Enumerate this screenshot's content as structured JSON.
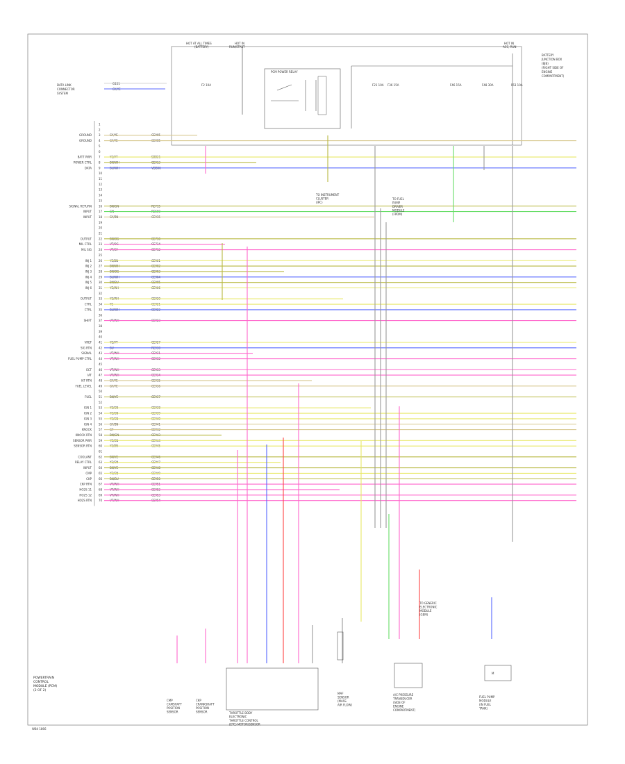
{
  "diagram": {
    "type": "wiring-schematic",
    "figure_code": "W84 1866",
    "pcm_caption": [
      "POWERTRAIN",
      "CONTROL",
      "MODULE (PCM)",
      "(2 OF 2)"
    ]
  },
  "top_notes": {
    "hot_all": [
      "HOT AT ALL TIMES",
      "(BATTERY)"
    ],
    "hot_run": [
      "HOT IN",
      "RUN/START"
    ],
    "hot_crank": [
      "HOT IN",
      "ACC, RUN"
    ],
    "relay_box_title": "PCM POWER RELAY",
    "fuse_panel_notes": [
      "BATTERY",
      "JUNCTION BOX",
      "(BJB)",
      "(RIGHT SIDE OF",
      "ENGINE",
      "COMPARTMENT)"
    ],
    "fuses": [
      "F2 10A",
      "F21 10A",
      "F36 15A",
      "F46 15A",
      "F48 30A",
      "F63 10A"
    ]
  },
  "left_refs": {
    "upper": [
      "DATA LINK",
      "CONNECTOR",
      "SYSTEM"
    ],
    "upper_wires": [
      "G151",
      "GY/YE"
    ]
  },
  "pcm_pins": [
    {
      "pin": "1",
      "label": "",
      "color": "",
      "circuit": ""
    },
    {
      "pin": "2",
      "label": "",
      "color": "",
      "circuit": ""
    },
    {
      "pin": "3",
      "label": "GROUND",
      "color": "GY/YE",
      "circuit": "CE905"
    },
    {
      "pin": "4",
      "label": "GROUND",
      "color": "GY/YE",
      "circuit": "CE905"
    },
    {
      "pin": "5",
      "label": "",
      "color": "",
      "circuit": ""
    },
    {
      "pin": "6",
      "label": "",
      "color": "",
      "circuit": ""
    },
    {
      "pin": "7",
      "label": "BATT PWR",
      "color": "YE/VT",
      "circuit": "SBB21"
    },
    {
      "pin": "8",
      "label": "POWER CTRL",
      "color": "BN/WH",
      "circuit": "CE913"
    },
    {
      "pin": "9",
      "label": "DATA",
      "color": "BU/WH",
      "circuit": "VDB06"
    },
    {
      "pin": "10",
      "label": "",
      "color": "",
      "circuit": ""
    },
    {
      "pin": "11",
      "label": "",
      "color": "",
      "circuit": ""
    },
    {
      "pin": "12",
      "label": "",
      "color": "",
      "circuit": ""
    },
    {
      "pin": "13",
      "label": "",
      "color": "",
      "circuit": ""
    },
    {
      "pin": "14",
      "label": "",
      "color": "",
      "circuit": ""
    },
    {
      "pin": "15",
      "label": "",
      "color": "",
      "circuit": ""
    },
    {
      "pin": "16",
      "label": "SIGNAL RETURN",
      "color": "BN/GN",
      "circuit": "RE715"
    },
    {
      "pin": "17",
      "label": "INPUT",
      "color": "GN",
      "circuit": "RE600"
    },
    {
      "pin": "18",
      "label": "INPUT",
      "color": "GY/BN",
      "circuit": "CE915"
    },
    {
      "pin": "19",
      "label": "",
      "color": "",
      "circuit": ""
    },
    {
      "pin": "20",
      "label": "",
      "color": "",
      "circuit": ""
    },
    {
      "pin": "21",
      "label": "",
      "color": "",
      "circuit": ""
    },
    {
      "pin": "22",
      "label": "OUTPUT",
      "color": "BN/OG",
      "circuit": "CE710"
    },
    {
      "pin": "23",
      "label": "MIL CTRL",
      "color": "VT/OG",
      "circuit": "CE714"
    },
    {
      "pin": "24",
      "label": "MIL SIG",
      "color": "VT/GY",
      "circuit": "CE712"
    },
    {
      "pin": "25",
      "label": "",
      "color": "",
      "circuit": ""
    },
    {
      "pin": "26",
      "label": "INJ 1",
      "color": "YE/BN",
      "circuit": "CE901"
    },
    {
      "pin": "27",
      "label": "INJ 2",
      "color": "BN/WH",
      "circuit": "CE902"
    },
    {
      "pin": "28",
      "label": "INJ 3",
      "color": "BN/OG",
      "circuit": "CE903"
    },
    {
      "pin": "29",
      "label": "INJ 4",
      "color": "BU/WH",
      "circuit": "CE904"
    },
    {
      "pin": "30",
      "label": "INJ 5",
      "color": "BN/BU",
      "circuit": "CE905"
    },
    {
      "pin": "31",
      "label": "INJ 6",
      "color": "YE/WH",
      "circuit": "CE906"
    },
    {
      "pin": "32",
      "label": "",
      "color": "",
      "circuit": ""
    },
    {
      "pin": "33",
      "label": "OUTPUT",
      "color": "YE/WH",
      "circuit": "CE920"
    },
    {
      "pin": "34",
      "label": "CTRL",
      "color": "YE",
      "circuit": "CE921"
    },
    {
      "pin": "35",
      "label": "CTRL",
      "color": "BU/WH",
      "circuit": "CE922"
    },
    {
      "pin": "36",
      "label": "",
      "color": "",
      "circuit": ""
    },
    {
      "pin": "37",
      "label": "SHIFT",
      "color": "VT/WH",
      "circuit": "CE923"
    },
    {
      "pin": "38",
      "label": "",
      "color": "",
      "circuit": ""
    },
    {
      "pin": "39",
      "label": "",
      "color": "",
      "circuit": ""
    },
    {
      "pin": "40",
      "label": "",
      "color": "",
      "circuit": ""
    },
    {
      "pin": "41",
      "label": "VREF",
      "color": "YE/VT",
      "circuit": "CE927"
    },
    {
      "pin": "42",
      "label": "SIG RTN",
      "color": "BU",
      "circuit": "RE930"
    },
    {
      "pin": "43",
      "label": "SIGNAL",
      "color": "VT/WH",
      "circuit": "CE931"
    },
    {
      "pin": "44",
      "label": "FUEL PUMP CTRL",
      "color": "VT/WH",
      "circuit": "CE932"
    },
    {
      "pin": "45",
      "label": "",
      "color": "",
      "circuit": ""
    },
    {
      "pin": "46",
      "label": "ECT",
      "color": "VT/WH",
      "circuit": "CE933"
    },
    {
      "pin": "47",
      "label": "IAT",
      "color": "VT/WH",
      "circuit": "CE934"
    },
    {
      "pin": "48",
      "label": "IAT RTN",
      "color": "GY/YE",
      "circuit": "CE935"
    },
    {
      "pin": "49",
      "label": "FUEL LEVEL",
      "color": "GY/YE",
      "circuit": "CE936"
    },
    {
      "pin": "50",
      "label": "",
      "color": "",
      "circuit": ""
    },
    {
      "pin": "51",
      "label": "FUEL",
      "color": "BN/YE",
      "circuit": "CE937"
    },
    {
      "pin": "52",
      "label": "",
      "color": "",
      "circuit": ""
    },
    {
      "pin": "53",
      "label": "IGN 1",
      "color": "YE/GN",
      "circuit": "CE938"
    },
    {
      "pin": "54",
      "label": "IGN 2",
      "color": "YE/GN",
      "circuit": "CE939"
    },
    {
      "pin": "55",
      "label": "IGN 3",
      "color": "YE/GN",
      "circuit": "CE940"
    },
    {
      "pin": "56",
      "label": "IGN 4",
      "color": "GY/BN",
      "circuit": "CE941"
    },
    {
      "pin": "57",
      "label": "KNOCK",
      "color": "GY",
      "circuit": "CE942"
    },
    {
      "pin": "58",
      "label": "KNOCK RTN",
      "color": "BN/GN",
      "circuit": "CE943"
    },
    {
      "pin": "59",
      "label": "SENSOR PWR",
      "color": "YE/GN",
      "circuit": "CE944"
    },
    {
      "pin": "60",
      "label": "SENSOR RTN",
      "color": "YE/BN",
      "circuit": "CE945"
    },
    {
      "pin": "61",
      "label": "",
      "color": "",
      "circuit": ""
    },
    {
      "pin": "62",
      "label": "COOLANT",
      "color": "BN/YE",
      "circuit": "CE946"
    },
    {
      "pin": "63",
      "label": "RELAY CTRL",
      "color": "YE/GN",
      "circuit": "CE947"
    },
    {
      "pin": "64",
      "label": "INPUT",
      "color": "BN/YE",
      "circuit": "CE948"
    },
    {
      "pin": "65",
      "label": "CMP",
      "color": "YE/GN",
      "circuit": "CE949"
    },
    {
      "pin": "66",
      "label": "CKP",
      "color": "BN/BU",
      "circuit": "CE950"
    },
    {
      "pin": "67",
      "label": "CKP RTN",
      "color": "VT/WH",
      "circuit": "CE951"
    },
    {
      "pin": "68",
      "label": "HO2S 11",
      "color": "VT/WH",
      "circuit": "CE952"
    },
    {
      "pin": "69",
      "label": "HO2S 12",
      "color": "VT/WH",
      "circuit": "CE953"
    },
    {
      "pin": "70",
      "label": "HO2S RTN",
      "color": "VT/WH",
      "circuit": "CE954"
    }
  ],
  "bottom_components": [
    {
      "name": [
        "CMP",
        "CAMSHAFT",
        "POSITION",
        "SENSOR"
      ]
    },
    {
      "name": [
        "CKP",
        "CRANKSHAFT",
        "POSITION",
        "SENSOR"
      ]
    },
    {
      "name": [
        "THROTTLE BODY",
        "ELECTRONIC",
        "THROTTLE CONTROL",
        "(ETC) MOTOR/SENSOR"
      ]
    },
    {
      "name": [
        "MAF",
        "SENSOR",
        "(MASS",
        "AIR FLOW)"
      ]
    },
    {
      "name": [
        "A/C PRESSURE",
        "TRANSDUCER",
        "(SIDE OF",
        "ENGINE",
        "COMPARTMENT)"
      ]
    },
    {
      "name": [
        "FUEL PUMP",
        "MODULE",
        "(IN FUEL",
        "TANK)"
      ]
    }
  ],
  "right_refs": [
    {
      "note": [
        "TO INSTRUMENT",
        "CLUSTER",
        "(IPC)"
      ]
    },
    {
      "note": [
        "TO FUEL",
        "PUMP",
        "DRIVER",
        "MODULE",
        "(FPDM)"
      ]
    },
    {
      "note": [
        "TO GENERIC",
        "ELECTRONIC",
        "MODULE",
        "(GEM)"
      ]
    }
  ],
  "colors": {
    "pink": "#ff66cc",
    "green": "#66dd66",
    "yellow": "#e8e866",
    "blue": "#5566ff",
    "red": "#ff4444",
    "olive": "#b8b840",
    "gray": "#999999",
    "tan": "#d8c890",
    "frame": "#666666"
  }
}
